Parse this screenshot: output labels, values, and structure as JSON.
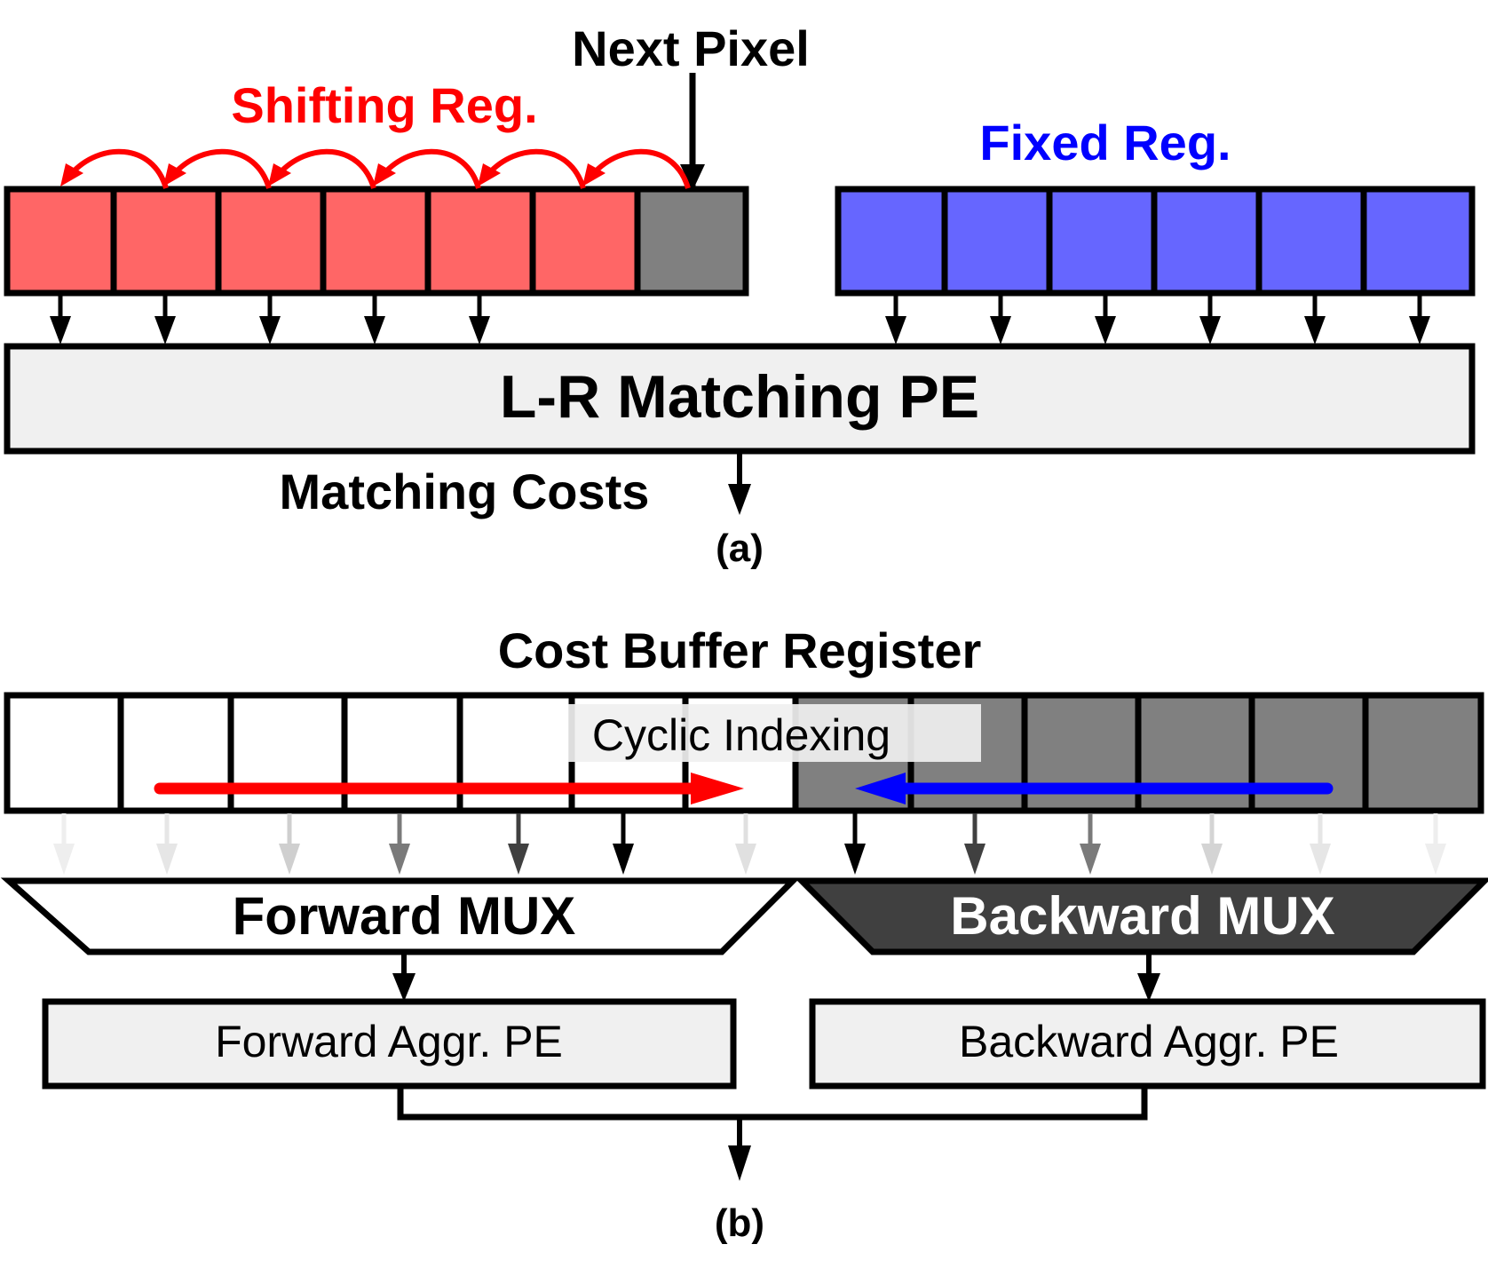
{
  "part_a": {
    "next_pixel_label": "Next Pixel",
    "shifting_reg_label": "Shifting Reg.",
    "fixed_reg_label": "Fixed Reg.",
    "matching_pe_label": "L-R Matching PE",
    "matching_costs_label": "Matching Costs",
    "caption": "(a)",
    "shifting_cell_count": 7,
    "fixed_cell_count": 6,
    "colors": {
      "shifting": "#ff6666",
      "next_pixel_cell": "#808080",
      "fixed": "#6666ff",
      "shifting_label": "#ff0000",
      "fixed_label": "#0000ff",
      "pe_fill": "#f0f0f0"
    }
  },
  "part_b": {
    "buffer_label": "Cost Buffer Register",
    "cyclic_label": "Cyclic Indexing",
    "forward_mux_label": "Forward MUX",
    "backward_mux_label": "Backward MUX",
    "forward_pe_label": "Forward Aggr. PE",
    "backward_pe_label": "Backward Aggr. PE",
    "caption": "(b)",
    "buffer_cell_count": 13,
    "colors": {
      "forward_arrow": "#ff0000",
      "backward_arrow": "#0000ff",
      "backward_cells": "#808080",
      "backward_mux": "#404040",
      "pe_fill": "#f0f0f0"
    }
  }
}
